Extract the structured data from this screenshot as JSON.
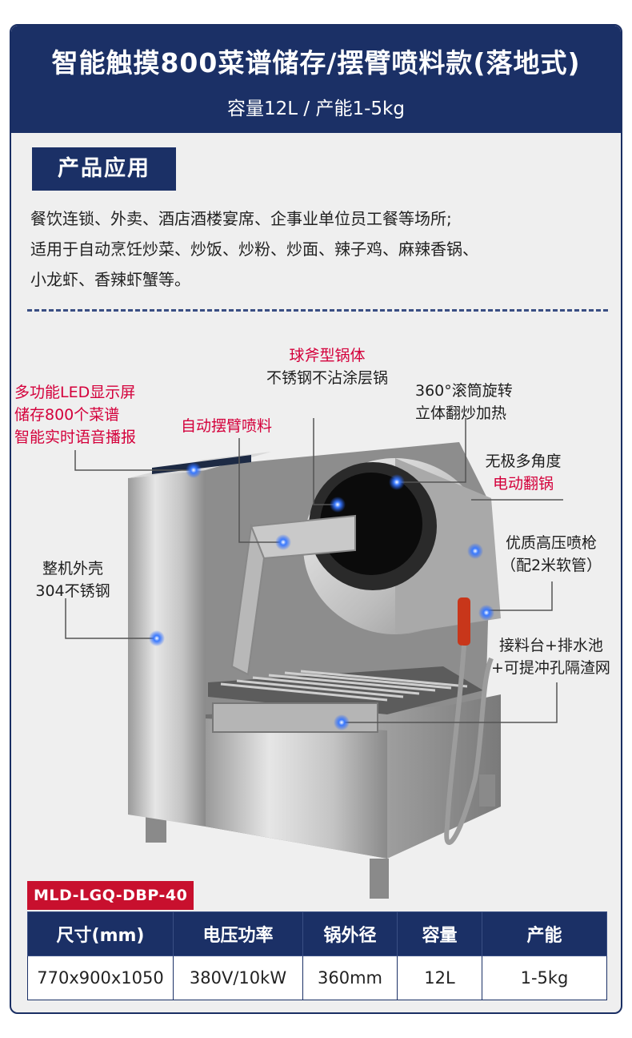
{
  "header": {
    "title": "智能触摸800菜谱储存/摆臂喷料款(落地式)",
    "subtitle": "容量12L /  产能1-5kg"
  },
  "application": {
    "heading": "产品应用",
    "lines": [
      "餐饮连锁、外卖、酒店酒楼宴席、企事业单位员工餐等场所;",
      "适用于自动烹饪炒菜、炒饭、炒粉、炒面、辣子鸡、麻辣香锅、",
      "小龙虾、香辣虾蟹等。"
    ]
  },
  "callouts": {
    "led": [
      "多功能LED显示屏",
      "储存800个菜谱",
      "智能实时语音播报"
    ],
    "arm": "自动摆臂喷料",
    "pot": [
      "球斧型锅体",
      "不锈钢不沾涂层锅"
    ],
    "drum": [
      "360°滚筒旋转",
      "立体翻炒加热"
    ],
    "tilt": [
      "无极多角度",
      "电动翻锅"
    ],
    "gun": [
      "优质高压喷枪",
      "（配2米软管）"
    ],
    "shell": [
      "整机外壳",
      "304不锈钢"
    ],
    "tray": [
      "接料台+排水池",
      "+可提冲孔隔渣网"
    ]
  },
  "colors": {
    "navy": "#1b3066",
    "accent_red": "#d4003b",
    "marker_blue": "#1f5fff"
  },
  "model": "MLD-LGQ-DBP-40",
  "spec_table": {
    "headers": [
      "尺寸(mm)",
      "电压功率",
      "锅外径",
      "容量",
      "产能"
    ],
    "values": [
      "770x900x1050",
      "380V/10kW",
      "360mm",
      "12L",
      "1-5kg"
    ]
  }
}
